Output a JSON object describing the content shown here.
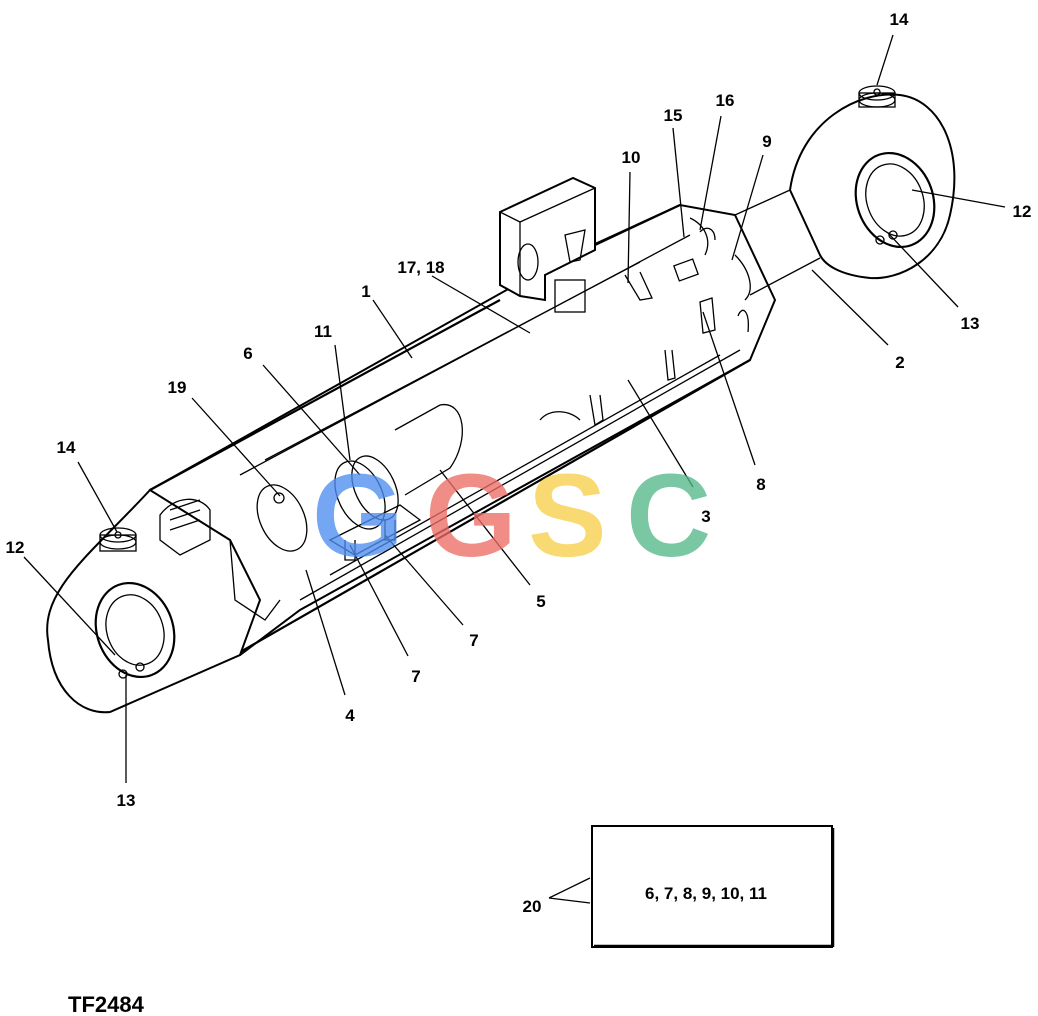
{
  "figure_id": "TF2484",
  "callouts": {
    "c1": "1",
    "c2": "2",
    "c3": "3",
    "c4": "4",
    "c5": "5",
    "c6": "6",
    "c7a": "7",
    "c7b": "7",
    "c8": "8",
    "c9": "9",
    "c10": "10",
    "c11": "11",
    "c12_left": "12",
    "c12_right": "12",
    "c13_left": "13",
    "c13_right": "13",
    "c14_left": "14",
    "c14_right": "14",
    "c15": "15",
    "c16": "16",
    "c17_18": "17, 18",
    "c19": "19",
    "c20": "20"
  },
  "kit_box": {
    "contents": "6, 7, 8, 9, 10, 11"
  },
  "watermark": {
    "letters": [
      "G",
      "G",
      "S",
      "C"
    ],
    "colors": [
      "#4f8ef0",
      "#ee6e66",
      "#f8cf4a",
      "#54b98a"
    ]
  }
}
